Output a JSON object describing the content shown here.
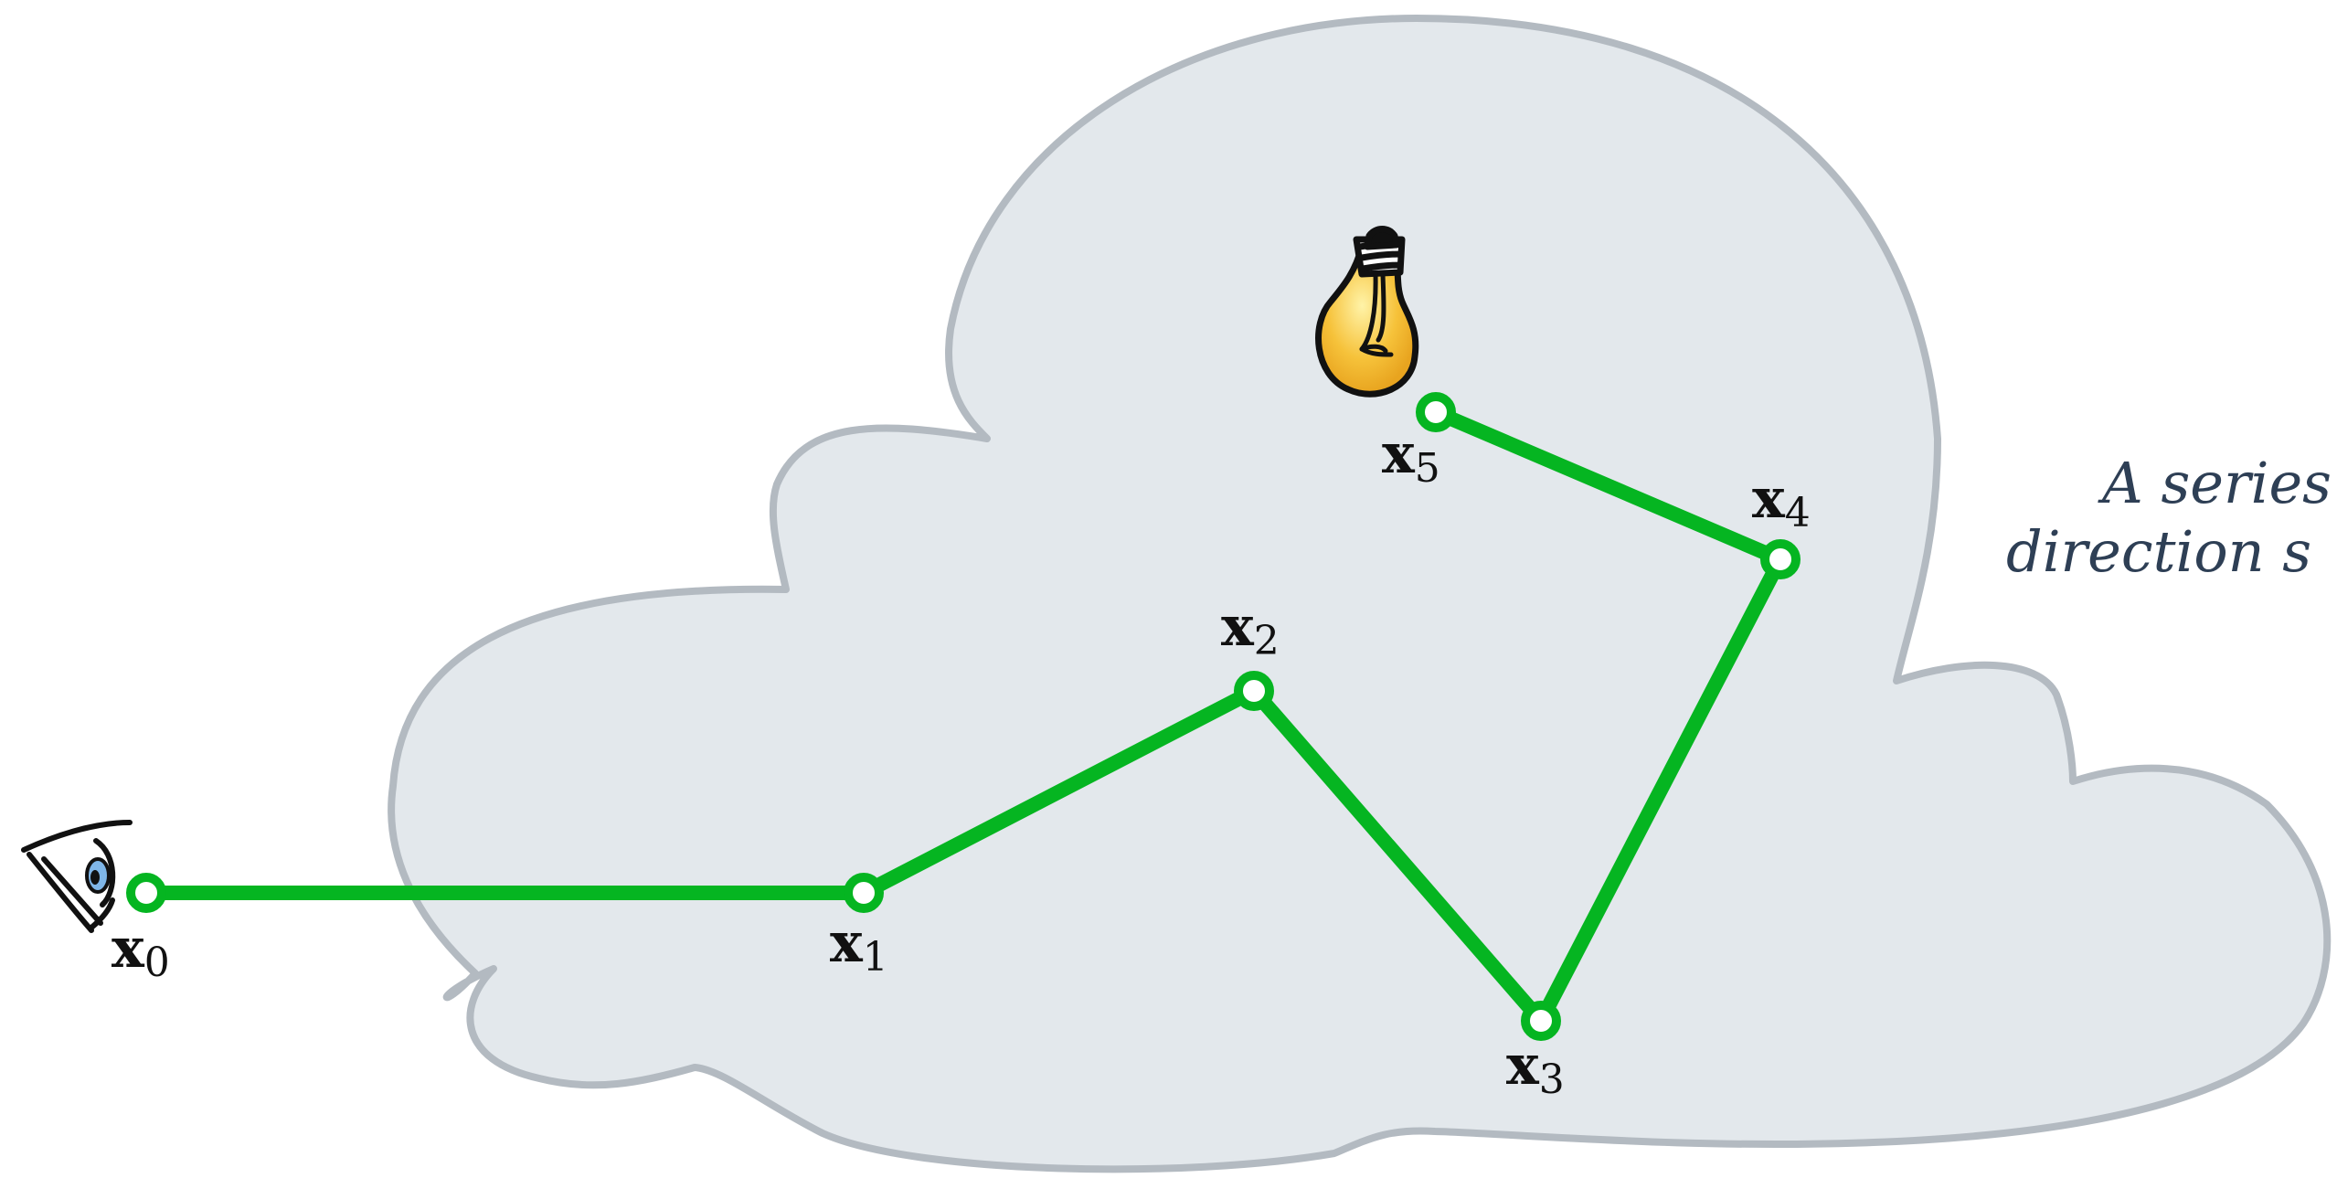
{
  "vertices": [
    {
      "name": "x",
      "sub": "0"
    },
    {
      "name": "x",
      "sub": "1"
    },
    {
      "name": "x",
      "sub": "2"
    },
    {
      "name": "x",
      "sub": "3"
    },
    {
      "name": "x",
      "sub": "4"
    },
    {
      "name": "x",
      "sub": "5"
    }
  ],
  "caption": {
    "line1": "A series",
    "line2": "direction s"
  },
  "colors": {
    "path": "#05b521",
    "medium_fill": "#e3e8ec",
    "medium_stroke": "#b3bac1",
    "caption_text": "#2e3f55",
    "bulb": "#f6c23a"
  },
  "icons": {
    "camera": "eye-icon",
    "light": "light-bulb-icon"
  }
}
